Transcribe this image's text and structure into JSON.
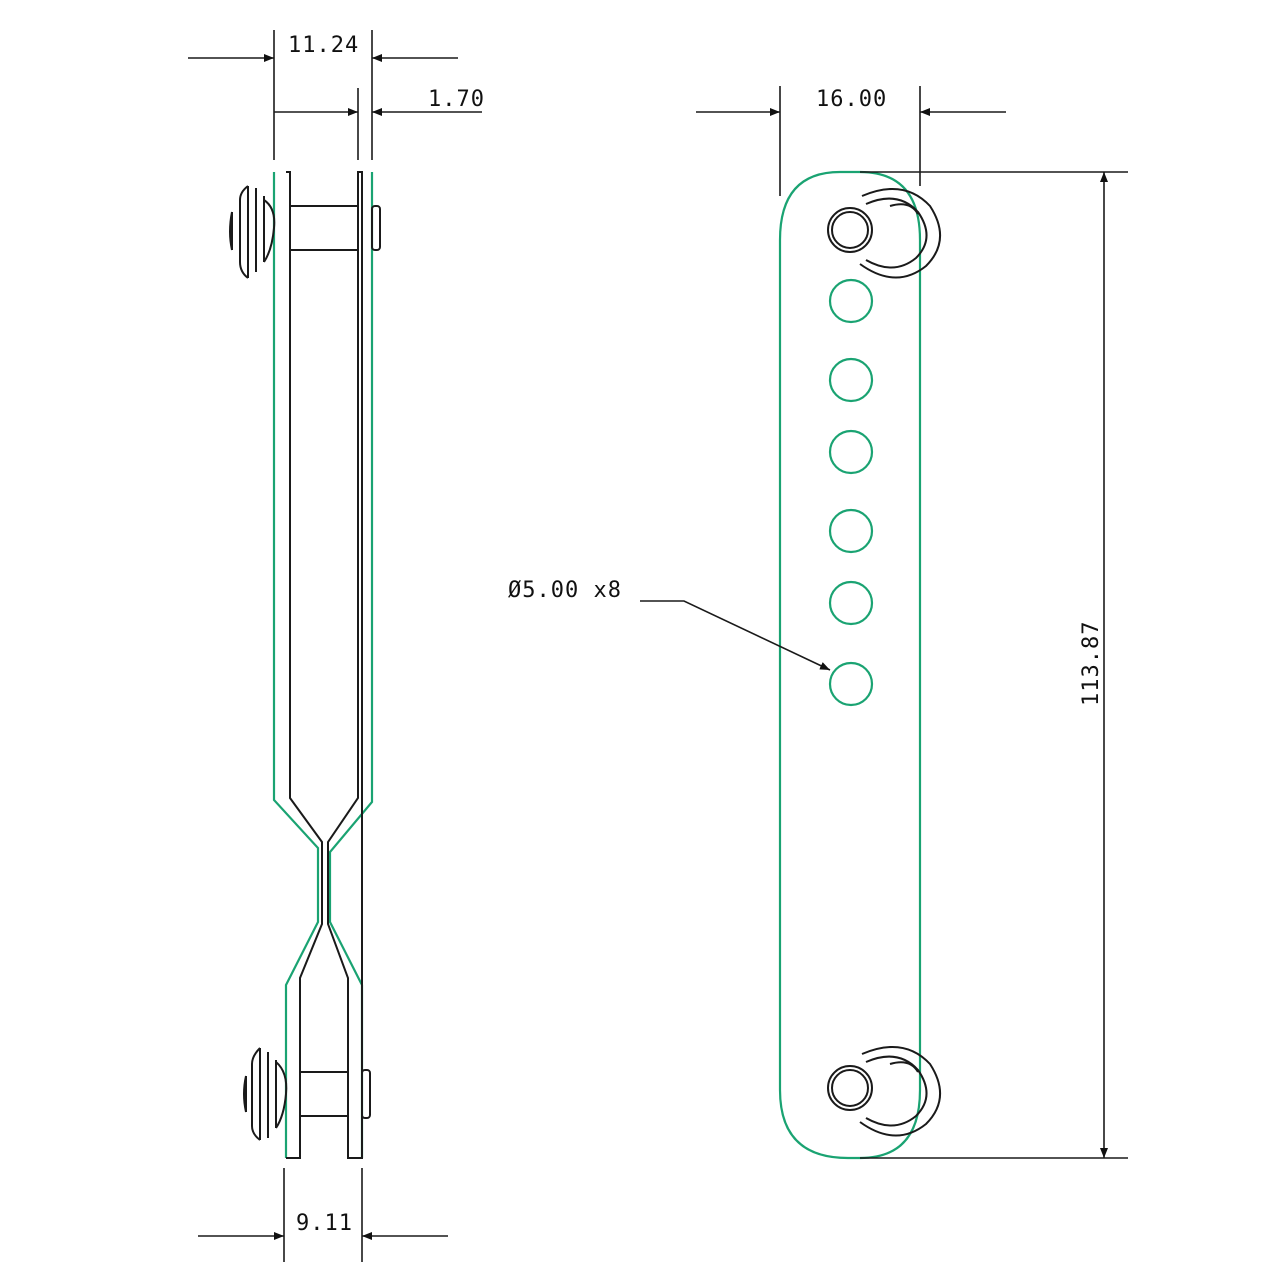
{
  "colors": {
    "outline": "#1aa372",
    "ink": "#1a1a1a",
    "background": "#ffffff"
  },
  "side_view": {
    "dim_top_width": "11.24",
    "dim_wall_thickness": "1.70",
    "dim_bottom_width": "9.11"
  },
  "front_view": {
    "dim_width": "16.00",
    "dim_length": "113.87",
    "hole_callout": "Ø5.00 x8",
    "hole_count": 8
  }
}
